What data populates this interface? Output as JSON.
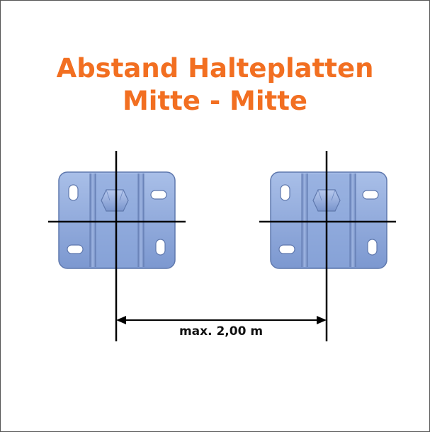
{
  "title": {
    "line1": "Abstand Halteplatten",
    "line2": "Mitte - Mitte"
  },
  "dimension": {
    "label": "max. 2,00 m"
  },
  "colors": {
    "title": "#f26f21",
    "plate": "#8aa6dc",
    "plate_edge": "#5f78ad",
    "lines": "#000000"
  }
}
